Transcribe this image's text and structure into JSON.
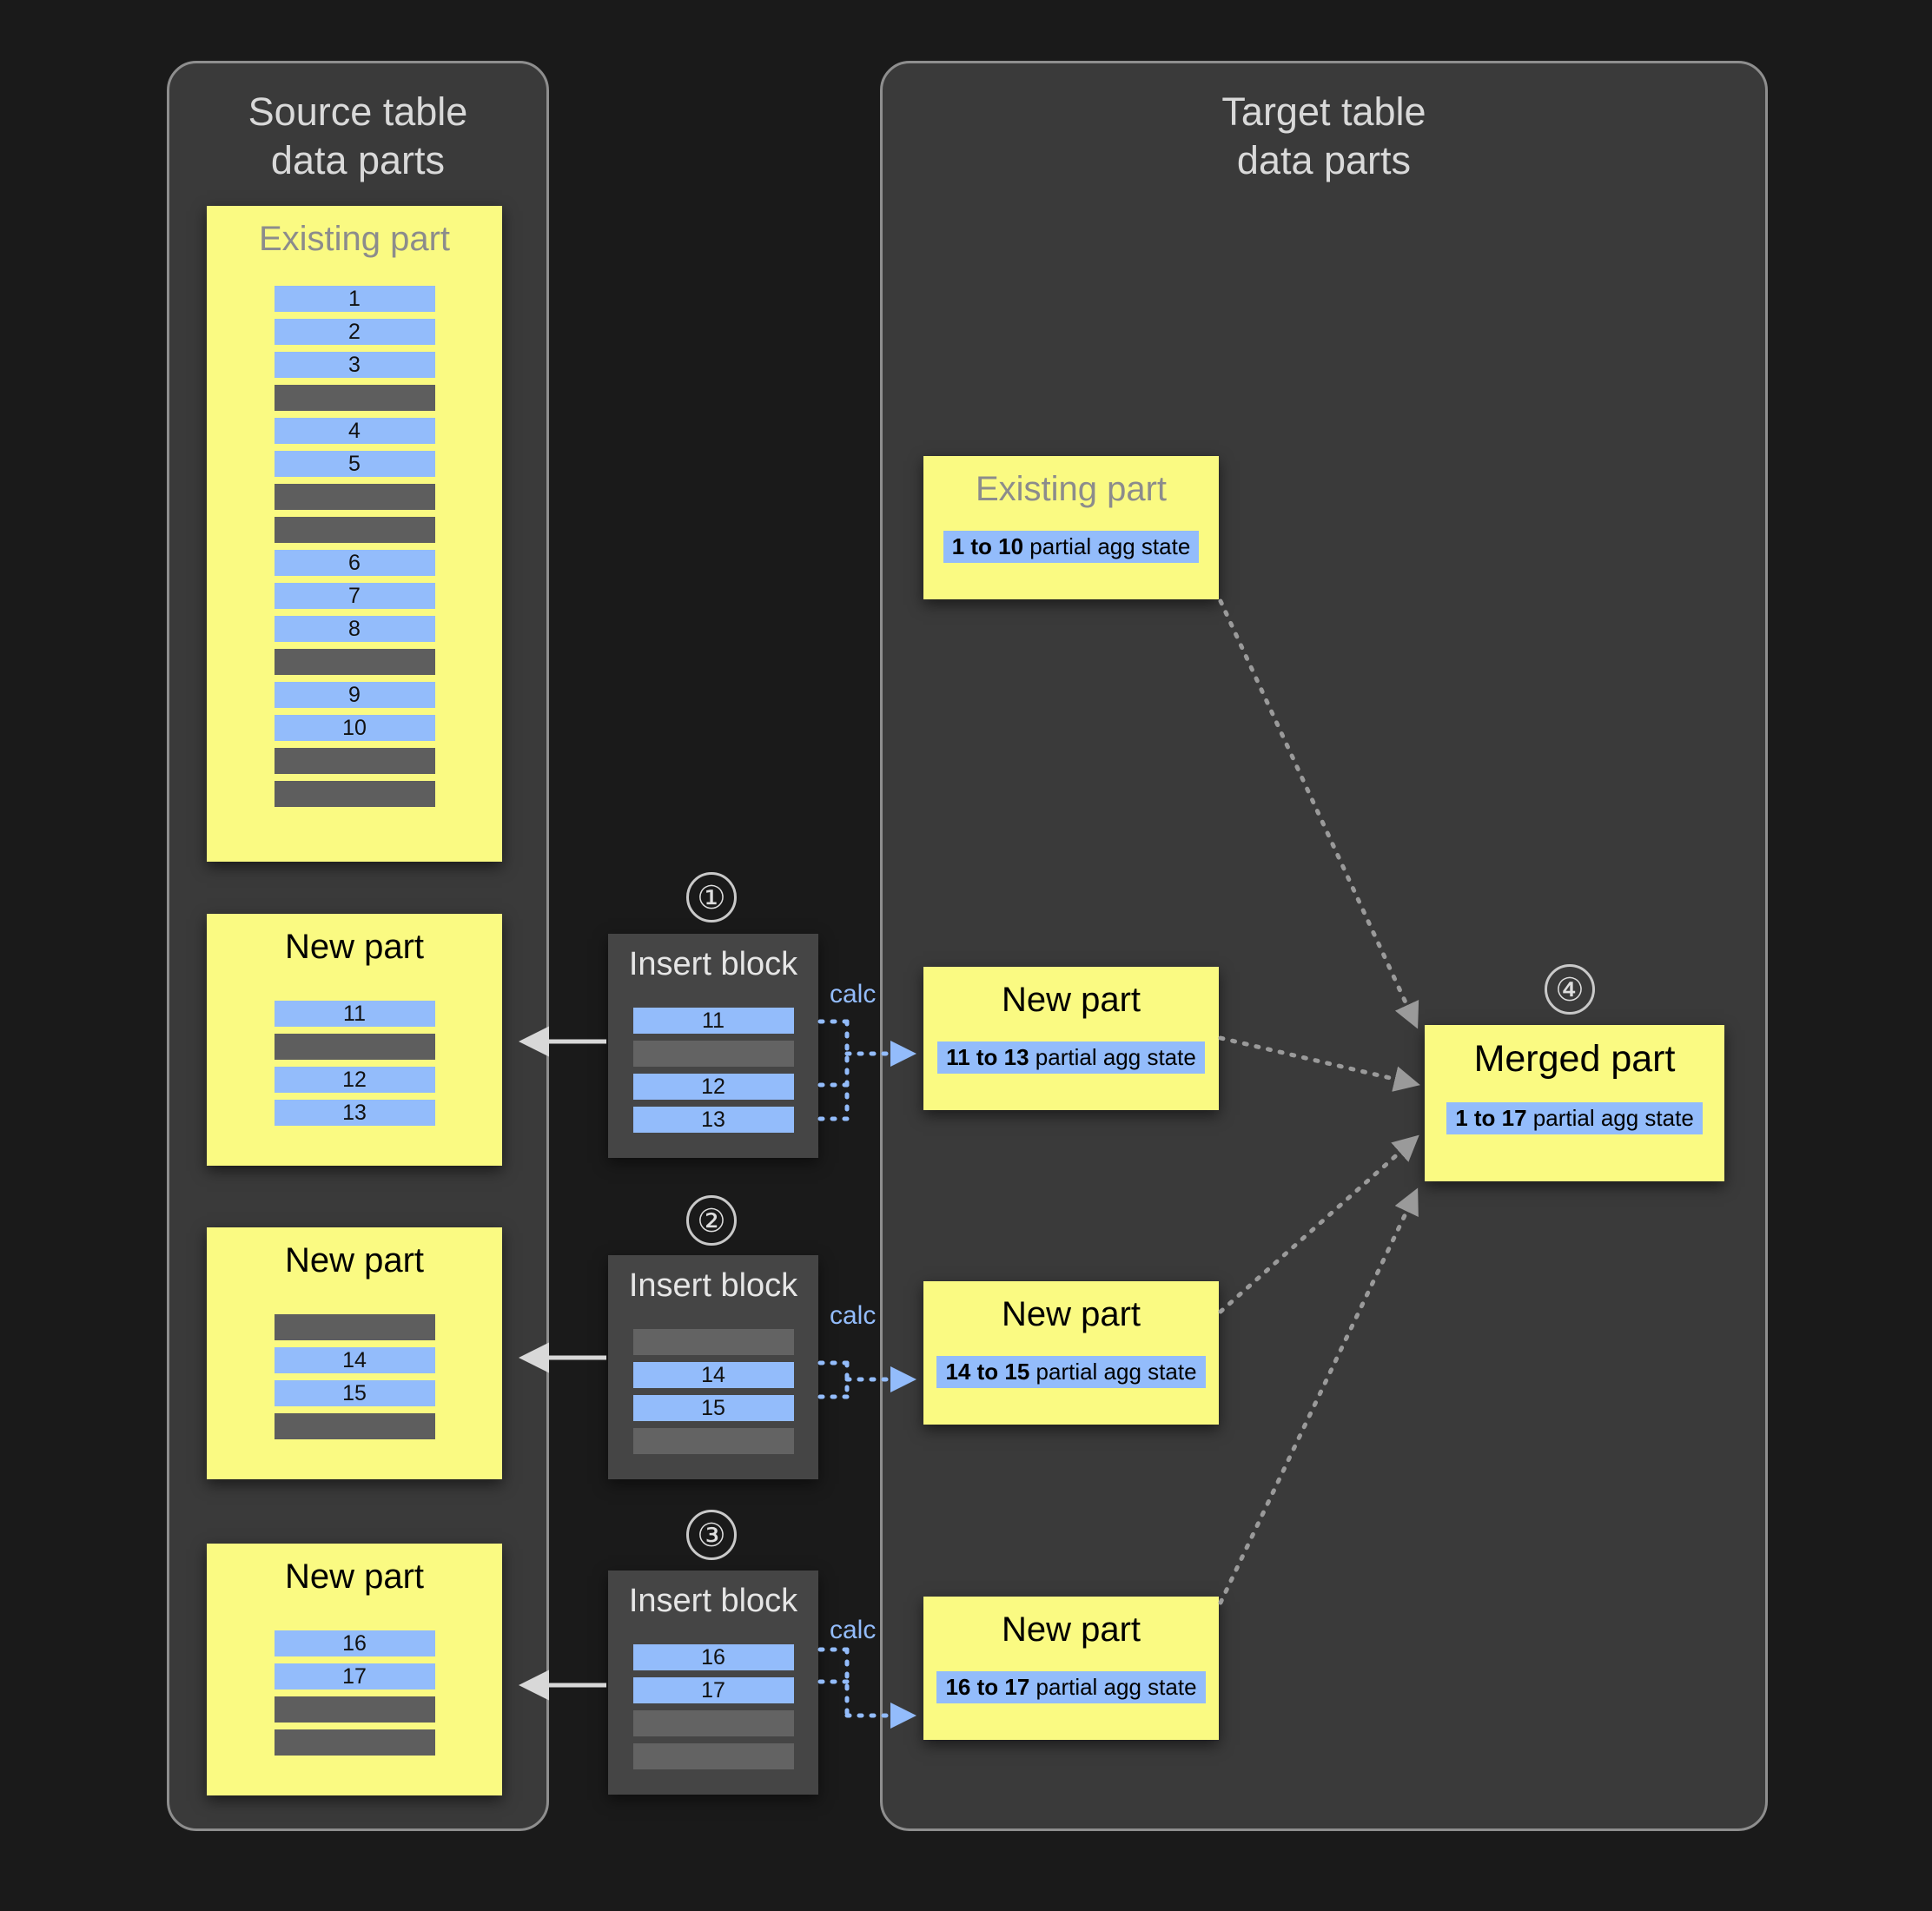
{
  "panels": {
    "source": {
      "title": "Source table\ndata parts"
    },
    "target": {
      "title": "Target table\ndata parts"
    }
  },
  "labels": {
    "existing_part": "Existing part",
    "new_part": "New part",
    "merged_part": "Merged part",
    "insert_block": "Insert block",
    "calc": "calc"
  },
  "steps": {
    "one": "①",
    "two": "②",
    "three": "③",
    "four": "④"
  },
  "source_parts": [
    {
      "title": "Existing part",
      "muted": true,
      "rows": [
        {
          "type": "blue",
          "value": "1"
        },
        {
          "type": "blue",
          "value": "2"
        },
        {
          "type": "blue",
          "value": "3"
        },
        {
          "type": "gray",
          "value": ""
        },
        {
          "type": "blue",
          "value": "4"
        },
        {
          "type": "blue",
          "value": "5"
        },
        {
          "type": "gray",
          "value": ""
        },
        {
          "type": "gray",
          "value": ""
        },
        {
          "type": "blue",
          "value": "6"
        },
        {
          "type": "blue",
          "value": "7"
        },
        {
          "type": "blue",
          "value": "8"
        },
        {
          "type": "gray",
          "value": ""
        },
        {
          "type": "blue",
          "value": "9"
        },
        {
          "type": "blue",
          "value": "10"
        },
        {
          "type": "gray",
          "value": ""
        },
        {
          "type": "gray",
          "value": ""
        }
      ]
    },
    {
      "title": "New part",
      "muted": false,
      "rows": [
        {
          "type": "blue",
          "value": "11"
        },
        {
          "type": "gray",
          "value": ""
        },
        {
          "type": "blue",
          "value": "12"
        },
        {
          "type": "blue",
          "value": "13"
        }
      ]
    },
    {
      "title": "New part",
      "muted": false,
      "rows": [
        {
          "type": "gray",
          "value": ""
        },
        {
          "type": "blue",
          "value": "14"
        },
        {
          "type": "blue",
          "value": "15"
        },
        {
          "type": "gray",
          "value": ""
        }
      ]
    },
    {
      "title": "New part",
      "muted": false,
      "rows": [
        {
          "type": "blue",
          "value": "16"
        },
        {
          "type": "blue",
          "value": "17"
        },
        {
          "type": "gray",
          "value": ""
        },
        {
          "type": "gray",
          "value": ""
        }
      ]
    }
  ],
  "insert_blocks": [
    {
      "step": "①",
      "title": "Insert block",
      "calc": "calc",
      "rows": [
        {
          "type": "blue",
          "value": "11"
        },
        {
          "type": "gray",
          "value": ""
        },
        {
          "type": "blue",
          "value": "12"
        },
        {
          "type": "blue",
          "value": "13"
        }
      ]
    },
    {
      "step": "②",
      "title": "Insert block",
      "calc": "calc",
      "rows": [
        {
          "type": "gray",
          "value": ""
        },
        {
          "type": "blue",
          "value": "14"
        },
        {
          "type": "blue",
          "value": "15"
        },
        {
          "type": "gray",
          "value": ""
        }
      ]
    },
    {
      "step": "③",
      "title": "Insert block",
      "calc": "calc",
      "rows": [
        {
          "type": "blue",
          "value": "16"
        },
        {
          "type": "blue",
          "value": "17"
        },
        {
          "type": "gray",
          "value": ""
        },
        {
          "type": "gray",
          "value": ""
        }
      ]
    }
  ],
  "target_parts": [
    {
      "title": "Existing part",
      "muted": true,
      "agg_range": "1 to 10",
      "agg_text": " partial agg state"
    },
    {
      "title": "New part",
      "muted": false,
      "agg_range": "11 to 13",
      "agg_text": " partial agg state"
    },
    {
      "title": "New part",
      "muted": false,
      "agg_range": "14 to 15",
      "agg_text": " partial agg state"
    },
    {
      "title": "New part",
      "muted": false,
      "agg_range": "16 to 17",
      "agg_text": " partial agg state"
    }
  ],
  "merged_part": {
    "step": "④",
    "title": "Merged part",
    "agg_range": "1 to 17",
    "agg_text": " partial agg state"
  },
  "colors": {
    "background": "#1a1a1a",
    "panel": "#3a3a3a",
    "panel_border": "#8e8e8e",
    "part_yellow": "#fafa82",
    "row_blue": "#93bcfb",
    "row_gray": "#5e5e5e",
    "insert_block": "#454545",
    "accent_blue": "#93bcfb",
    "arrow_gray": "#9a9a9a",
    "arrow_white": "#e0e0e0"
  }
}
